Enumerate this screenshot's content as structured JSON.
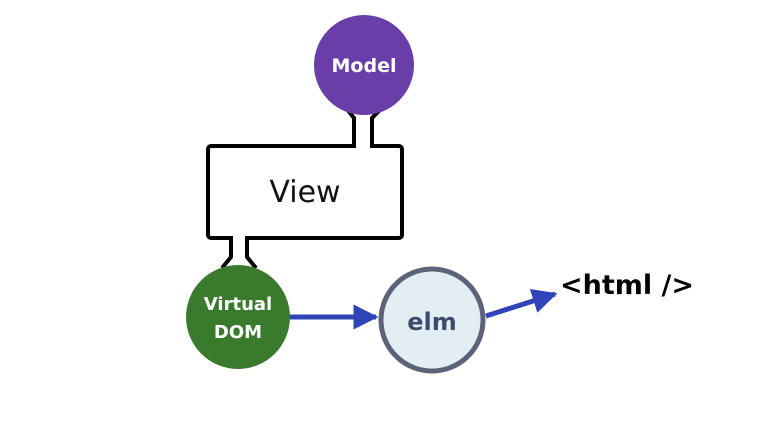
{
  "nodes": {
    "model": {
      "label": "Model",
      "color": "#6a3ea8"
    },
    "view": {
      "label": "View"
    },
    "virtual_dom": {
      "line1": "Virtual",
      "line2": "DOM",
      "color": "#3a7a2c"
    },
    "elm": {
      "label": "elm",
      "fill": "#e3eef4",
      "stroke": "#5c6378",
      "text_color": "#3d4a6a"
    },
    "html": {
      "label": "<html />"
    }
  },
  "arrow_color": "#2f44b8"
}
